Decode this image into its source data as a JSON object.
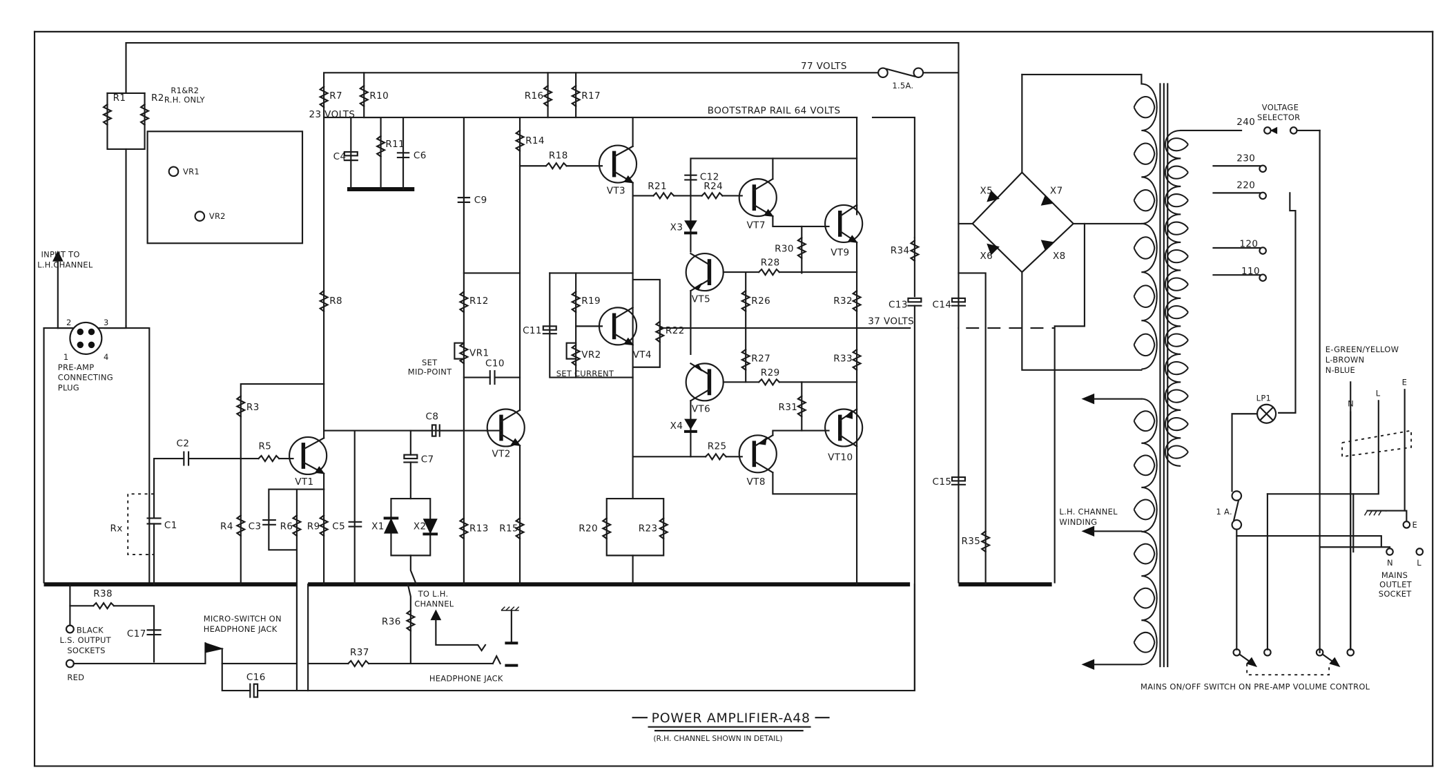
{
  "title": {
    "main": "POWER AMPLIFIER-A48",
    "subtitle": "(R.H. CHANNEL SHOWN IN DETAIL)"
  },
  "rails": {
    "supply": "77 VOLTS",
    "bootstrap": "BOOTSTRAP RAIL 64 VOLTS",
    "bias": "23 VOLTS",
    "midpoint": "37 VOLTS"
  },
  "fuses": {
    "main": "1.5A.",
    "mains": "1 A."
  },
  "notes": {
    "r1r2_line1": "R1&R2",
    "r1r2_line2": "R.H. ONLY",
    "input": [
      "INPUT TO",
      "L.H.CHANNEL"
    ],
    "plug": [
      "PRE-AMP",
      "CONNECTING",
      "PLUG"
    ],
    "plug_pins": [
      "1",
      "2",
      "3",
      "4"
    ],
    "set_midpoint": [
      "SET",
      "MID-POINT"
    ],
    "set_current": "SET CURRENT",
    "ls_output": [
      "BLACK",
      "L.S. OUTPUT",
      "SOCKETS",
      "RED"
    ],
    "microswitch": [
      "MICRO-SWITCH ON",
      "HEADPHONE JACK"
    ],
    "to_lh": [
      "TO L.H.",
      "CHANNEL"
    ],
    "headphone_jack": "HEADPHONE JACK",
    "voltage_selector": [
      "VOLTAGE",
      "SELECTOR"
    ],
    "taps": [
      "240",
      "230",
      "220",
      "120",
      "110"
    ],
    "lh_winding": [
      "L.H. CHANNEL",
      "WINDING"
    ],
    "wire_colours": [
      "E-GREEN/YELLOW",
      "L-BROWN",
      "N-BLUE"
    ],
    "mains_lead": [
      "N",
      "L",
      "E"
    ],
    "outlet": [
      "MAINS",
      "OUTLET",
      "SOCKET"
    ],
    "outlet_pins": [
      "N",
      "L",
      "E"
    ],
    "mains_switch": "MAINS ON/OFF SWITCH ON PRE-AMP VOLUME CONTROL",
    "lamp": "LP1"
  },
  "panel": {
    "presets": [
      "VR1",
      "VR2"
    ]
  },
  "resistors": {
    "R1": "R1",
    "R2": "R2",
    "R3": "R3",
    "R4": "R4",
    "R5": "R5",
    "R6": "R6",
    "R7": "R7",
    "R8": "R8",
    "R9": "R9",
    "R10": "R10",
    "R11": "R11",
    "R12": "R12",
    "R13": "R13",
    "R14": "R14",
    "R15": "R15",
    "R16": "R16",
    "R17": "R17",
    "R18": "R18",
    "R19": "R19",
    "R20": "R20",
    "R21": "R21",
    "R22": "R22",
    "R23": "R23",
    "R24": "R24",
    "R25": "R25",
    "R26": "R26",
    "R27": "R27",
    "R28": "R28",
    "R29": "R29",
    "R30": "R30",
    "R31": "R31",
    "R32": "R32",
    "R33": "R33",
    "R34": "R34",
    "R35": "R35",
    "R36": "R36",
    "R37": "R37",
    "R38": "R38",
    "Rx": "Rx"
  },
  "capacitors": {
    "C1": "C1",
    "C2": "C2",
    "C3": "C3",
    "C4": "C4",
    "C5": "C5",
    "C6": "C6",
    "C7": "C7",
    "C8": "C8",
    "C9": "C9",
    "C10": "C10",
    "C11": "C11",
    "C12": "C12",
    "C13": "C13",
    "C14": "C14",
    "C15": "C15",
    "C16": "C16",
    "C17": "C17"
  },
  "transistors": {
    "VT1": "VT1",
    "VT2": "VT2",
    "VT3": "VT3",
    "VT4": "VT4",
    "VT5": "VT5",
    "VT6": "VT6",
    "VT7": "VT7",
    "VT8": "VT8",
    "VT9": "VT9",
    "VT10": "VT10"
  },
  "diodes": {
    "X1": "X1",
    "X2": "X2",
    "X3": "X3",
    "X4": "X4",
    "X5": "X5",
    "X6": "X6",
    "X7": "X7",
    "X8": "X8"
  },
  "presets": {
    "VR1": "VR1",
    "VR2": "VR2"
  }
}
